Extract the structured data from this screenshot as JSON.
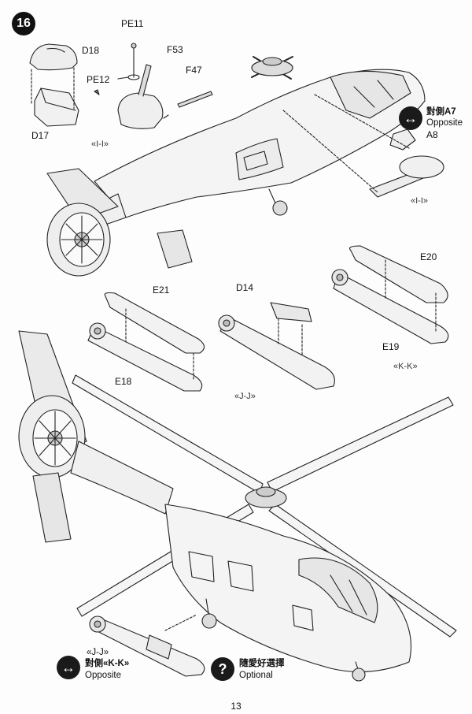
{
  "step": {
    "number": "16"
  },
  "part_labels": {
    "d18": "D18",
    "d17": "D17",
    "pe11": "PE11",
    "pe12": "PE12",
    "f53": "F53",
    "f47": "F47",
    "a8": "A8",
    "e20": "E20",
    "e19": "E19",
    "e21": "E21",
    "e18": "E18",
    "d14": "D14"
  },
  "section_labels": {
    "ii_left": "«I-I»",
    "ii_right": "«I-I»",
    "kk": "«K-K»",
    "jj": "«J-J»"
  },
  "opposite_top": {
    "line1": "對側A7",
    "line2": "Opposite"
  },
  "bottom_notes": {
    "jj_line": "«J-J»",
    "kk_line": "對側«K-K»",
    "opposite": "Opposite",
    "optional_cn": "隨愛好選擇",
    "optional": "Optional"
  },
  "icons": {
    "opposite": "double-arrow-icon",
    "optional": "question-mark-icon"
  },
  "page_number": "13"
}
